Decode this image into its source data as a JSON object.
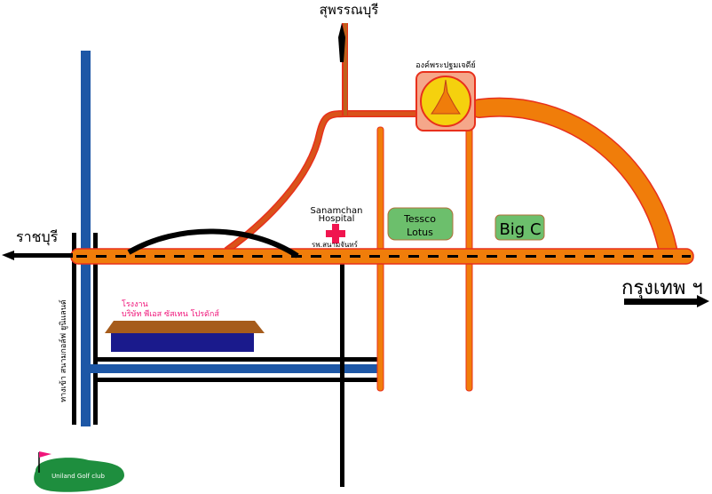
{
  "labels": {
    "north_destination": "สุพรรณบุรี",
    "west_destination": "ราชบุรี",
    "east_destination": "กรุงเทพ ฯ",
    "temple": "องค์พระปฐมเจดีย์",
    "hospital_en_line1": "Sanamchan",
    "hospital_en_line2": "Hospital",
    "hospital_th": "รพ.สนามจันทร์",
    "tesco_line1": "Tessco",
    "tesco_line2": "Lotus",
    "bigc": "Big C",
    "factory_line1": "โรงงาน",
    "factory_line2": "บริษัท พีเอส ซัสเทน โปรดักส์",
    "golf_entrance": "ทางเข้า สนามกอล์ฟ ยูนิแลนด์",
    "golf_club": "Uniland Golf club"
  },
  "colors": {
    "main_road": "#f07d0a",
    "road_outline": "#e8301c",
    "blue_road": "#1d57a6",
    "black_road": "#000000",
    "store_green": "#6cbf6c",
    "hospital_cross": "#f0154f",
    "factory_roof": "#a65c1c",
    "factory_body": "#1a1a8c",
    "golf_green": "#1e8e3e",
    "factory_text": "#f0157a"
  }
}
